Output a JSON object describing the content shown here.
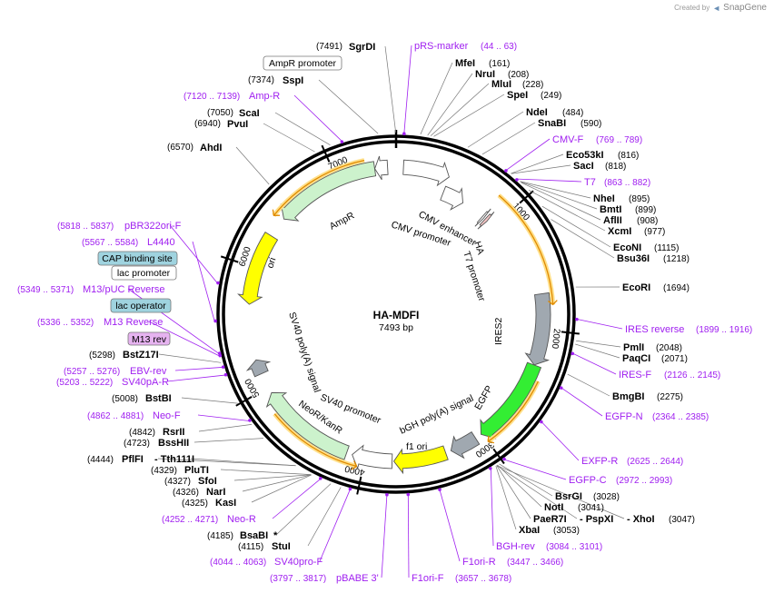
{
  "header": {
    "credit": "Created by",
    "brand": "SnapGene"
  },
  "plasmid": {
    "name": "HA-MDFI",
    "size_label": "7493 bp",
    "length": 7493
  },
  "scale_ticks": [
    "1000",
    "2000",
    "3000",
    "4000",
    "5000",
    "6000",
    "7000"
  ],
  "enzymes": [
    {
      "name": "SgrDI",
      "pos": "(7491)",
      "site": 7491
    },
    {
      "name": "SspI",
      "pos": "(7374)",
      "site": 7374
    },
    {
      "name": "ScaI",
      "pos": "(7050)",
      "site": 7050
    },
    {
      "name": "PvuI",
      "pos": "(6940)",
      "site": 6940
    },
    {
      "name": "AhdI",
      "pos": "(6570)",
      "site": 6570
    },
    {
      "name": "MfeI",
      "pos": "(161)",
      "site": 161
    },
    {
      "name": "NruI",
      "pos": "(208)",
      "site": 208
    },
    {
      "name": "MluI",
      "pos": "(228)",
      "site": 228
    },
    {
      "name": "SpeI",
      "pos": "(249)",
      "site": 249
    },
    {
      "name": "NdeI",
      "pos": "(484)",
      "site": 484
    },
    {
      "name": "SnaBI",
      "pos": "(590)",
      "site": 590
    },
    {
      "name": "Eco53kI",
      "pos": "(816)",
      "site": 816
    },
    {
      "name": "SacI",
      "pos": "(818)",
      "site": 818
    },
    {
      "name": "NheI",
      "pos": "(895)",
      "site": 895
    },
    {
      "name": "BmtI",
      "pos": "(899)",
      "site": 899
    },
    {
      "name": "AflII",
      "pos": "(908)",
      "site": 908
    },
    {
      "name": "XcmI",
      "pos": "(977)",
      "site": 977
    },
    {
      "name": "EcoNI",
      "pos": "(1115)",
      "site": 1115
    },
    {
      "name": "Bsu36I",
      "pos": "(1218)",
      "site": 1218
    },
    {
      "name": "EcoRI",
      "pos": "(1694)",
      "site": 1694
    },
    {
      "name": "PmlI",
      "pos": "(2048)",
      "site": 2048
    },
    {
      "name": "PaqCI",
      "pos": "(2071)",
      "site": 2071
    },
    {
      "name": "BmgBI",
      "pos": "(2275)",
      "site": 2275
    },
    {
      "name": "BsrGI",
      "pos": "(3028)",
      "site": 3028
    },
    {
      "name": "NotI",
      "pos": "(3041)",
      "site": 3041
    },
    {
      "name": "PaeR7I",
      "pos": "",
      "site": 3047
    },
    {
      "name": "- PspXI",
      "pos": "",
      "site": 3047
    },
    {
      "name": "- XhoI",
      "pos": "(3047)",
      "site": 3047
    },
    {
      "name": "XbaI",
      "pos": "(3053)",
      "site": 3053
    },
    {
      "name": "BstZ17I",
      "pos": "(5298)",
      "site": 5298
    },
    {
      "name": "BstBI",
      "pos": "(5008)",
      "site": 5008
    },
    {
      "name": "RsrII",
      "pos": "(4842)",
      "site": 4842
    },
    {
      "name": "BssHII",
      "pos": "(4723)",
      "site": 4723
    },
    {
      "name": "PflFI",
      "pos": "(4444)",
      "site": 4444
    },
    {
      "name": "- Tth111I",
      "pos": "",
      "site": 4444
    },
    {
      "name": "PluTI",
      "pos": "(4329)",
      "site": 4329
    },
    {
      "name": "SfoI",
      "pos": "(4327)",
      "site": 4327
    },
    {
      "name": "NarI",
      "pos": "(4326)",
      "site": 4326
    },
    {
      "name": "KasI",
      "pos": "(4325)",
      "site": 4325
    },
    {
      "name": "BsaBI",
      "pos": "(4185)",
      "site": 4185
    },
    {
      "name": "StuI",
      "pos": "(4115)",
      "site": 4115
    }
  ],
  "star_mark": "*",
  "primers": [
    {
      "name": "pRS-marker",
      "range": "(44 .. 63)",
      "site": 53
    },
    {
      "name": "Amp-R",
      "range": "(7120 .. 7139)",
      "site": 7130
    },
    {
      "name": "CMV-F",
      "range": "(769 .. 789)",
      "site": 779
    },
    {
      "name": "T7",
      "range": "(863 .. 882)",
      "site": 872
    },
    {
      "name": "IRES reverse",
      "range": "(1899 .. 1916)",
      "site": 1907
    },
    {
      "name": "IRES-F",
      "range": "(2126 .. 2145)",
      "site": 2135
    },
    {
      "name": "EGFP-N",
      "range": "(2364 .. 2385)",
      "site": 2374
    },
    {
      "name": "EXFP-R",
      "range": "(2625 .. 2644)",
      "site": 2634
    },
    {
      "name": "EGFP-C",
      "range": "(2972 .. 2993)",
      "site": 2982
    },
    {
      "name": "BGH-rev",
      "range": "(3084 .. 3101)",
      "site": 3092
    },
    {
      "name": "F1ori-R",
      "range": "(3447 .. 3466)",
      "site": 3456
    },
    {
      "name": "F1ori-F",
      "range": "(3657 .. 3678)",
      "site": 3667
    },
    {
      "name": "pBABE 3'",
      "range": "(3797 .. 3817)",
      "site": 3807
    },
    {
      "name": "SV40pro-F",
      "range": "(4044 .. 4063)",
      "site": 4053
    },
    {
      "name": "Neo-R",
      "range": "(4252 .. 4271)",
      "site": 4261
    },
    {
      "name": "Neo-F",
      "range": "(4862 .. 4881)",
      "site": 4871
    },
    {
      "name": "SV40pA-R",
      "range": "(5203 .. 5222)",
      "site": 5212
    },
    {
      "name": "EBV-rev",
      "range": "(5257 .. 5276)",
      "site": 5266
    },
    {
      "name": "M13 Reverse",
      "range": "(5336 .. 5352)",
      "site": 5344
    },
    {
      "name": "M13/pUC Reverse",
      "range": "(5349 .. 5371)",
      "site": 5360
    },
    {
      "name": "L4440",
      "range": "(5567 .. 5584)",
      "site": 5575
    },
    {
      "name": "pBR322ori-F",
      "range": "(5818 .. 5837)",
      "site": 5827
    }
  ],
  "boxed_labels": [
    {
      "name": "AmpR promoter",
      "style": "white"
    },
    {
      "name": "CAP binding site",
      "style": "teal"
    },
    {
      "name": "lac promoter",
      "style": "white"
    },
    {
      "name": "lac operator",
      "style": "teal"
    },
    {
      "name": "M13 rev",
      "style": "purple"
    }
  ],
  "features": [
    {
      "name": "CMV enhancer",
      "start": 60,
      "end": 440,
      "color": "#ffffff",
      "dir": 1,
      "lane": 0
    },
    {
      "name": "CMV promoter",
      "start": 441,
      "end": 644,
      "color": "#ffffff",
      "dir": 1,
      "lane": 1
    },
    {
      "name": "T7 promoter",
      "start": 863,
      "end": 881,
      "color": "#ffffff",
      "dir": 1,
      "lane": 1
    },
    {
      "name": "HA",
      "start": 897,
      "end": 923,
      "color": "#f4c6c6",
      "dir": 1,
      "lane": 1
    },
    {
      "name": "IRES2",
      "start": 1707,
      "end": 2293,
      "color": "#a0a8b0",
      "dir": 1,
      "lane": 0
    },
    {
      "name": "EGFP",
      "start": 2294,
      "end": 3013,
      "color": "#33ee33",
      "dir": 1,
      "lane": 0
    },
    {
      "name": "bGH poly(A) signal",
      "start": 3067,
      "end": 3291,
      "color": "#a0a8b0",
      "dir": 1,
      "lane": 0
    },
    {
      "name": "f1 ori",
      "start": 3337,
      "end": 3765,
      "color": "#ffff00",
      "dir": 1,
      "lane": 0
    },
    {
      "name": "SV40 promoter",
      "start": 3779,
      "end": 4108,
      "color": "#ffffff",
      "dir": 1,
      "lane": 0
    },
    {
      "name": "NeoR/KanR",
      "start": 4155,
      "end": 4949,
      "color": "#ccf2cc",
      "dir": 1,
      "lane": 0
    },
    {
      "name": "SV40 poly(A) signal",
      "start": 5123,
      "end": 5244,
      "color": "#a0a8b0",
      "dir": 1,
      "lane": 0
    },
    {
      "name": "ori",
      "start": 5700,
      "end": 6288,
      "color": "#ffff00",
      "dir": -1,
      "lane": 0
    },
    {
      "name": "AmpR",
      "start": 6459,
      "end": 7319,
      "color": "#ccf2cc",
      "dir": -1,
      "lane": 0
    },
    {
      "name": "AmpR promoter",
      "start": 7320,
      "end": 7424,
      "color": "#ffffff",
      "dir": -1,
      "lane": 0
    }
  ]
}
